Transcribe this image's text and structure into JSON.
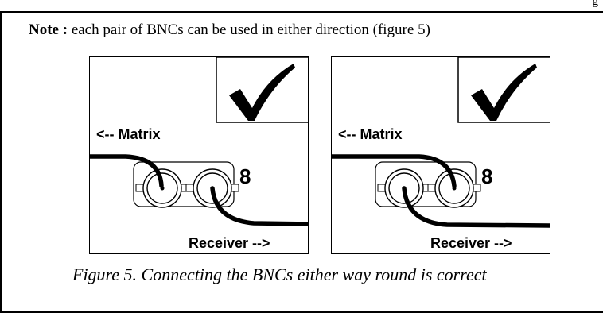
{
  "header": {
    "page_fragment": "g"
  },
  "note": {
    "label": "Note :",
    "text": " each pair of BNCs can be used in either direction (figure 5)"
  },
  "panels": [
    {
      "matrix_label": "<-- Matrix",
      "receiver_label": "Receiver -->",
      "port_number": "8",
      "check_icon": "check-mark-icon"
    },
    {
      "matrix_label": "<-- Matrix",
      "receiver_label": "Receiver -->",
      "port_number": "8",
      "check_icon": "check-mark-icon"
    }
  ],
  "caption": "Figure 5. Connecting the BNCs either way round is correct"
}
